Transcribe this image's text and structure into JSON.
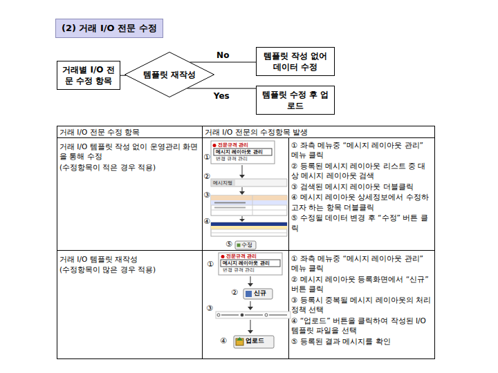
{
  "diagram": {
    "title": "(2) 거래 I/O 전문 수정",
    "nodes": [
      {
        "text": [
          "거래별 I/O 전문 수정 항목"
        ]
      },
      {
        "text": [
          "템플릿 재작성"
        ]
      },
      {
        "text": [
          "템플릿 작성 없어 데이터 수정"
        ]
      },
      {
        "text": [
          "템플릿 수정 후 업로드"
        ]
      }
    ],
    "edges": [
      {
        "from": 0,
        "to": 1,
        "arrow": "none"
      },
      {
        "from": 1,
        "to": 2,
        "label": "No",
        "arrow": "none"
      },
      {
        "from": 1,
        "to": 3,
        "label": "Yes",
        "arrow": "none"
      }
    ],
    "labels": [
      "거래 I/O 전문 수정 항목",
      "거래 I/O 전문의 수정항목 발생",
      "거래 I/O 템플릿 작성 없이 운영관리 화면을 통해 수정",
      "(수정항목이 적은 경우 적용)",
      "①",
      "전문규격 관리",
      "메시지 레이아웃 관리",
      "변경 규격 관리",
      "②",
      "메시지명",
      "③",
      "④",
      "⑤",
      "수정",
      "① 좌측 메뉴중 “메시지 레이아웃 관리” 메뉴 클릭",
      "② 등록된 메시지 레이아웃 리스트 중 대상 메시지 레이아웃 검색",
      "③ 검색된 메시지 레이아웃 더블클릭",
      "④ 메시지 레이아웃 상세정보에서 수정하고자 하는 항목 더블클릭",
      "⑤ 수정될 데이터 변경 후 “수정” 버튼 클릭",
      "거래 I/O 템플릿 재작성",
      "(수정항목이 많은 경우 적용)",
      "①",
      "전문규격 관리",
      "메시지 레이아웃 관리",
      "변경 규격 관리",
      "②",
      "신규",
      "③",
      "④",
      "업로드",
      "① 좌측 메뉴중 “메시지 레이아웃 관리” 메뉴 클릭",
      "② 메시지 레이아웃 등록화면에서 “신규” 버튼 클릭",
      "③ 등록시 중복될 메시지 레이아웃의 처리 정책 선택",
      "④ “업로드” 버튼을 클릭하여 작성된 I/O 템플릿 파일을 선택",
      "⑤ 등록된 결과 메시지를 확인"
    ]
  }
}
